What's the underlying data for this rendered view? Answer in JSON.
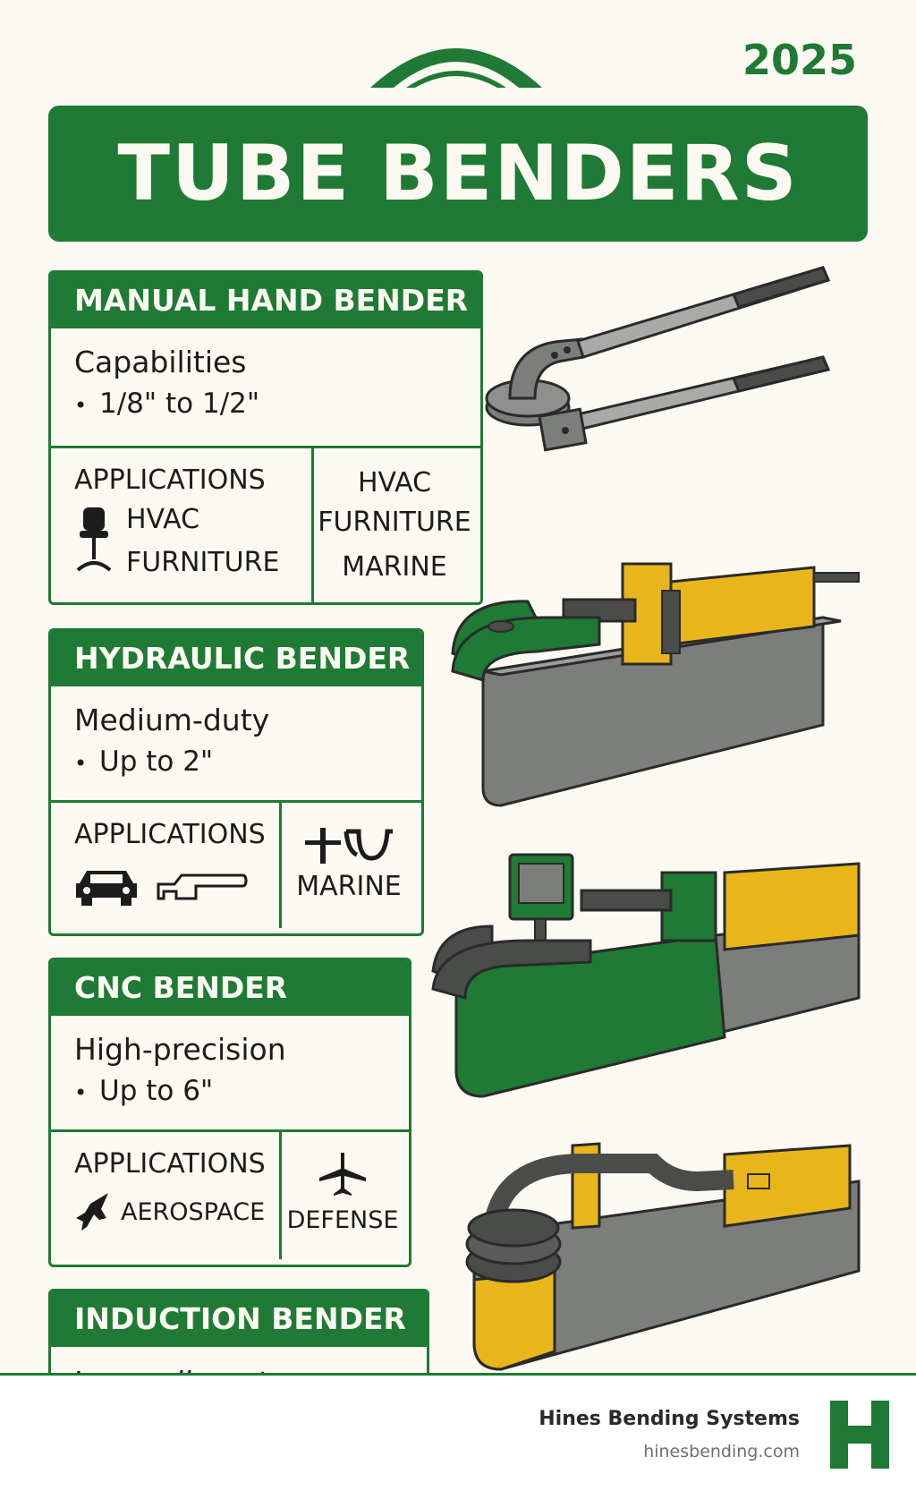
{
  "header": {
    "year": "2025",
    "title": "TUBE BENDERS"
  },
  "cards": [
    {
      "name": "MANUAL HAND BENDER",
      "capability_title": "Capabilities",
      "capability_bullet": "1/8\" to 1/2\"",
      "applications_label": "APPLICATIONS",
      "applications": [
        "HVAC",
        "FURNITURE"
      ],
      "extra_uses": [
        "HVAC",
        "FURNITURE",
        "MARINE"
      ]
    },
    {
      "name": "HYDRAULIC BENDER",
      "capability_title": "Medium-duty",
      "capability_bullet": "Up to 2\"",
      "applications_label": "APPLICATIONS",
      "extra_uses": [
        "MARINE"
      ]
    },
    {
      "name": "CNC BENDER",
      "capability_title": "High-precision",
      "capability_bullet": "Up to 6\"",
      "applications_label": "APPLICATIONS",
      "applications": [
        "AEROSPACE"
      ],
      "extra_uses": [
        "DEFENSE"
      ]
    },
    {
      "name": "INDUCTION BENDER",
      "capability_title": "Large diameter"
    }
  ],
  "footer": {
    "company": "Hines Bending Systems",
    "url": "hinesbending.com",
    "logo_letter": "H"
  },
  "colors": {
    "green": "#1e7a34",
    "yellow": "#e8b61a",
    "gray": "#7c7e7b",
    "cream": "#fbf9f1"
  }
}
